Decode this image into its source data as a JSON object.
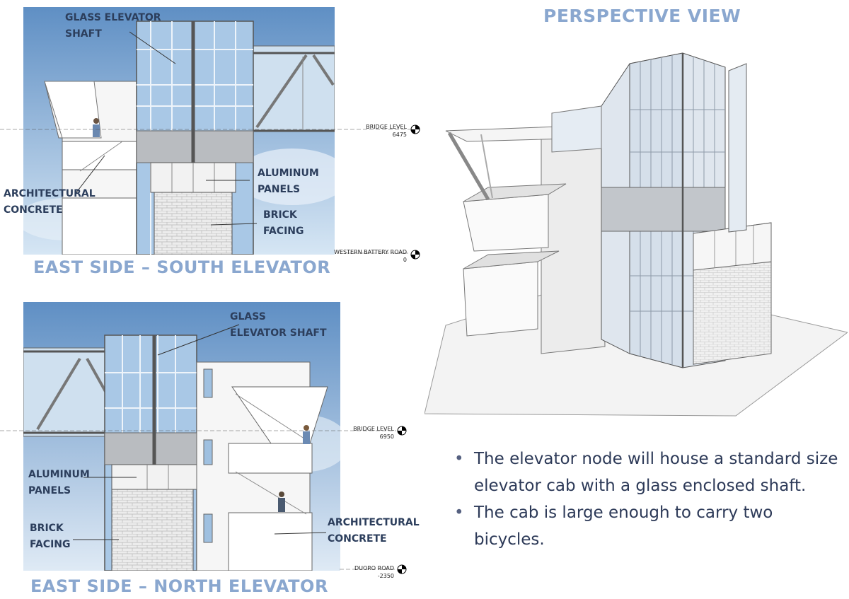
{
  "south": {
    "caption": "EAST SIDE – SOUTH ELEVATOR",
    "labels": {
      "glass_shaft": "GLASS ELEVATOR\nSHAFT",
      "aluminum": "ALUMINUM\nPANELS",
      "brick": "BRICK\nFACING",
      "concrete": "ARCHITECTURAL\nCONCRETE"
    },
    "levels": [
      {
        "name": "BRIDGE LEVEL",
        "value": "6475"
      },
      {
        "name": "WESTERN BATTERY ROAD",
        "value": "0"
      }
    ]
  },
  "north": {
    "caption": "EAST SIDE – NORTH ELEVATOR",
    "labels": {
      "glass_shaft": "GLASS\nELEVATOR SHAFT",
      "aluminum": "ALUMINUM\nPANELS",
      "brick": "BRICK\nFACING",
      "concrete": "ARCHITECTURAL\nCONCRETE"
    },
    "levels": [
      {
        "name": "BRIDGE LEVEL",
        "value": "6950"
      },
      {
        "name": "DUORO ROAD",
        "value": "-2350"
      }
    ]
  },
  "perspective": {
    "caption": "PERSPECTIVE VIEW"
  },
  "bullets": [
    "The elevator node will house a standard size elevator cab with a glass enclosed shaft.",
    "The cab is large enough to carry two bicycles."
  ],
  "colors": {
    "caption": "#8aa7cf",
    "label": "#2c3e5c",
    "body_text": "#2d3a58",
    "sky_top": "#5f8fc4",
    "sky_bottom": "#d6e6f4"
  }
}
